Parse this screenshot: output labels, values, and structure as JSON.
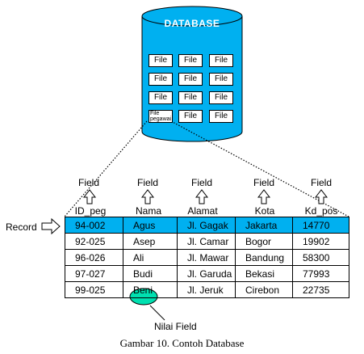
{
  "database": {
    "title": "DATABASE",
    "files": [
      [
        "File",
        "File",
        "File"
      ],
      [
        "File",
        "File",
        "File"
      ],
      [
        "File",
        "File",
        "File"
      ],
      [
        "File pegawai",
        "File",
        "File"
      ]
    ],
    "fill_color": "#00b0f0"
  },
  "field_label": "Field",
  "columns": [
    "ID_peg",
    "Nama",
    "Alamat",
    "Kota",
    "Kd_pos"
  ],
  "record_label": "Record",
  "rows": [
    [
      "94-002",
      "Agus",
      "Jl. Gagak",
      "Jakarta",
      "14770"
    ],
    [
      "92-025",
      "Asep",
      "Jl. Camar",
      "Bogor",
      "19902"
    ],
    [
      "96-026",
      "Ali",
      "Jl. Mawar",
      "Bandung",
      "58300"
    ],
    [
      "97-027",
      "Budi",
      "Jl. Garuda",
      "Bekasi",
      "77993"
    ],
    [
      "99-025",
      "Beni",
      "Jl. Jeruk",
      "Cirebon",
      "22735"
    ]
  ],
  "value_label": "Nilai Field",
  "caption": "Gambar 10. Contoh Database"
}
